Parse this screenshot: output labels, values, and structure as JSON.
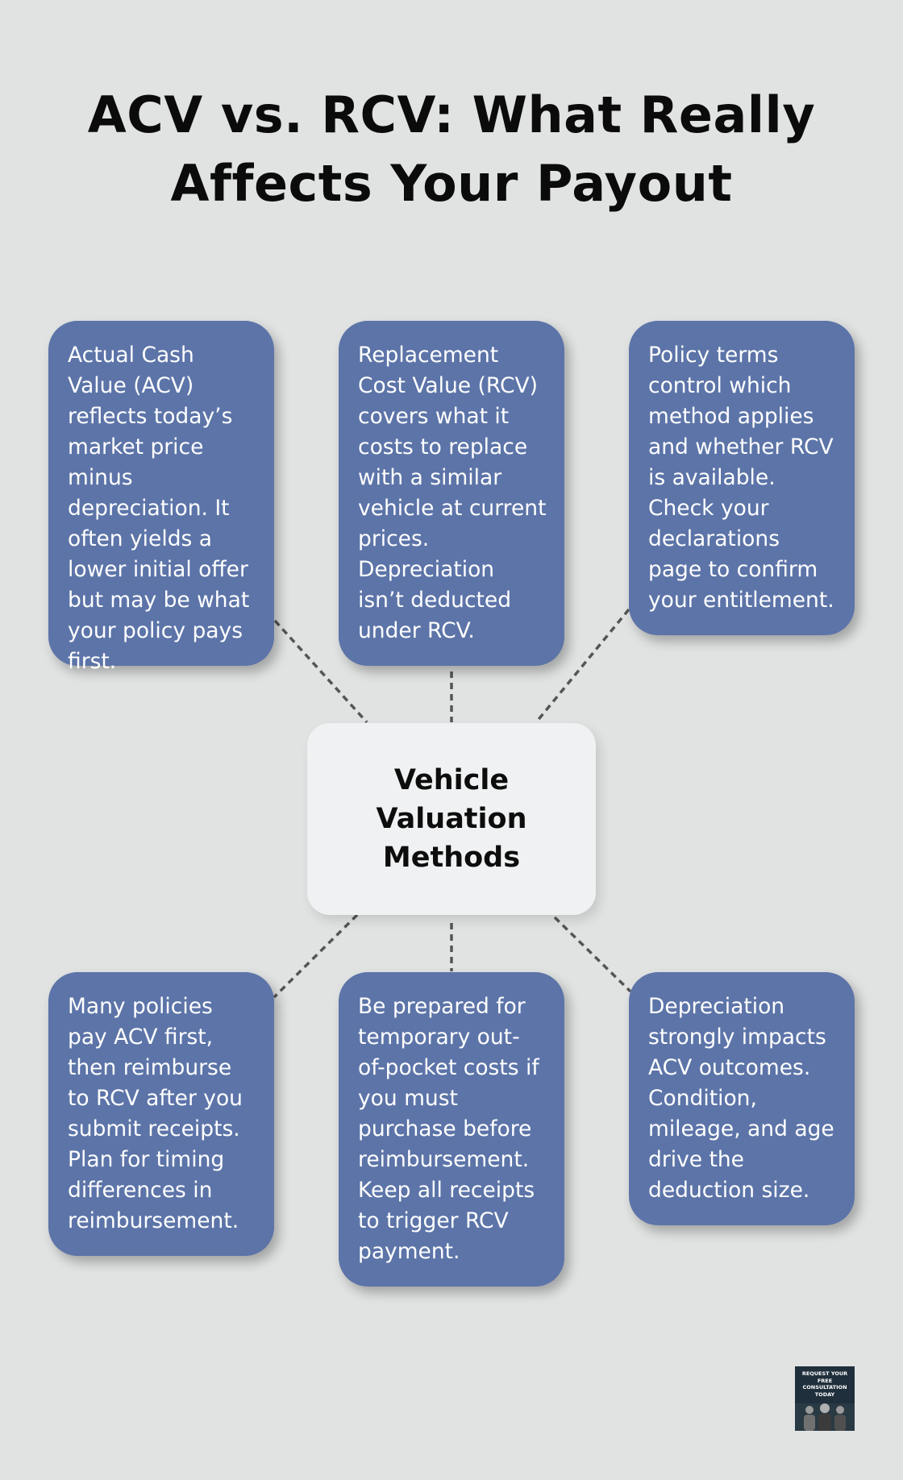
{
  "title": {
    "line1": "ACV vs. RCV: What Really",
    "line2": "Affects Your Payout"
  },
  "center": {
    "label": "Vehicle Valuation Methods"
  },
  "cards": [
    {
      "text": "Actual Cash Value (ACV) reflects today’s market price minus depreciation. It often yields a lower initial offer but may be what your policy pays first."
    },
    {
      "text": "Replacement Cost Value (RCV) covers what it costs to replace with a similar vehicle at current prices. Depreciation isn’t deducted under RCV."
    },
    {
      "text": "Policy terms control which method applies and whether RCV is available. Check your declarations page to confirm your entitlement."
    },
    {
      "text": "Many policies pay ACV first, then reimburse to RCV after you submit receipts. Plan for timing differences in reimbursement."
    },
    {
      "text": "Be prepared for temporary out-of-pocket costs if you must purchase before reimbursement. Keep all receipts to trigger RCV payment."
    },
    {
      "text": "Depreciation strongly impacts ACV outcomes. Condition, mileage, and age drive the deduction size."
    }
  ],
  "badge": {
    "text": "REQUEST YOUR FREE CONSULTATION TODAY"
  },
  "colors": {
    "background": "#e1e3e3",
    "card": "#5c74a8",
    "center": "#f0f1f2",
    "connector": "#555555"
  }
}
